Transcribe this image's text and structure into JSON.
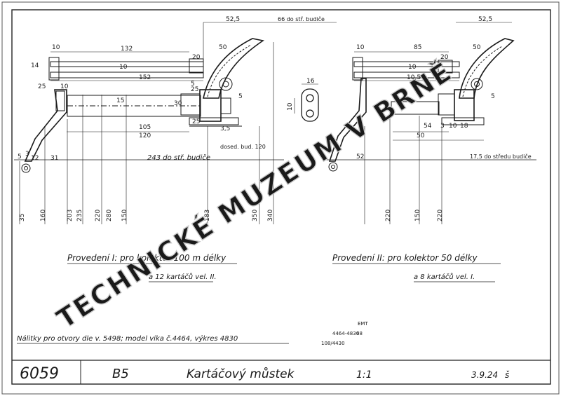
{
  "drawing": {
    "view1": {
      "dims_top": [
        "52,5",
        "66 do stř. budiče",
        "10",
        "132",
        "50",
        "14",
        "20",
        "10",
        "152",
        "25",
        "10"
      ],
      "dims_mid": [
        "15",
        "30",
        "5",
        "25",
        "25",
        "5",
        "3,5",
        "105",
        "120"
      ],
      "dims_bottom": [
        "243 do stř. budiče",
        "dosed. bud. 120",
        "3",
        "31",
        "5",
        "12"
      ],
      "heights": [
        "35",
        "160",
        "203",
        "235",
        "220",
        "280",
        "150",
        "183",
        "350",
        "340"
      ]
    },
    "detail": {
      "width": "16",
      "height": "10"
    },
    "view2": {
      "dims_top": [
        "52,5",
        "10",
        "85",
        "50",
        "20",
        "10,5",
        "10"
      ],
      "dims_mid": [
        "54",
        "50",
        "3",
        "10",
        "18",
        "5"
      ],
      "dims_bottom": [
        "52",
        "17,5 do středu budiče"
      ],
      "heights": [
        "220",
        "150",
        "220"
      ]
    }
  },
  "notes": {
    "variant1_title": "Provedení I: pro kolektor 100 m délky",
    "variant1_sub": "a 12 kartáčů vel. II.",
    "variant2_title": "Provedení II: pro kolektor 50 délky",
    "variant2_sub": "a 8 kartáčů vel. I.",
    "castings": "Nálitky pro otvory dle v. 5498; model víka č.4464, výkres 4830",
    "faint": [
      "EMT",
      "4464-4830",
      "68",
      "108/4430"
    ]
  },
  "watermark": "TECHNICKÉ MUZEUM V BRNĚ",
  "title_block": {
    "number": "6059",
    "code": "B5",
    "title": "Kartáčový můstek",
    "scale": "1:1",
    "date": "3.9.24",
    "initials": "š"
  }
}
